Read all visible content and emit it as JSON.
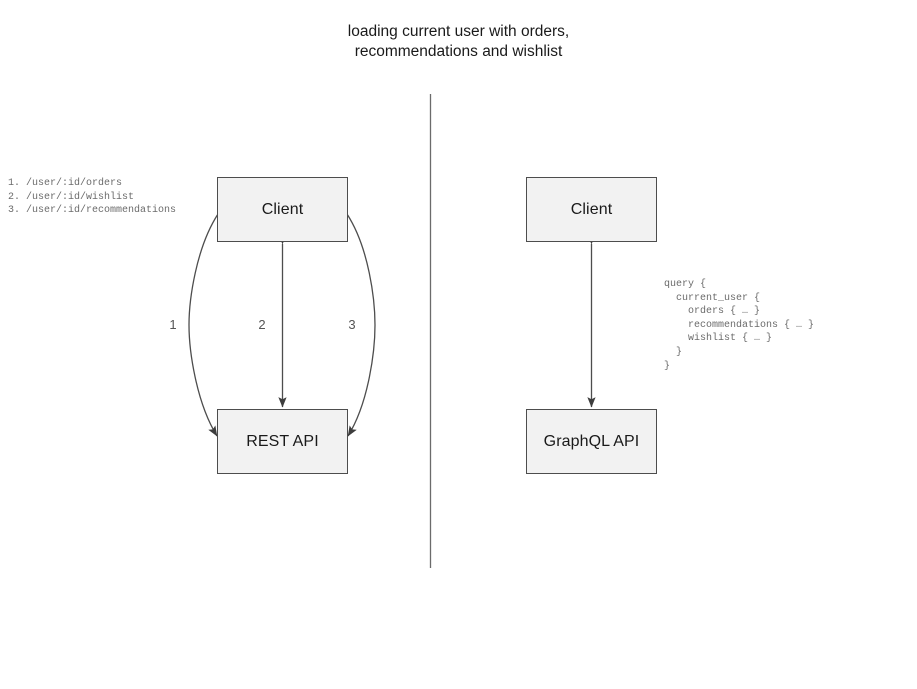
{
  "diagram": {
    "title": "loading current user with orders,\nrecommendations and wishlist",
    "divider": {
      "name": "vertical-divider",
      "color": "#6b6b6b"
    },
    "colors": {
      "node_fill": "#f2f2f2",
      "node_border": "#4d4d4d",
      "edge": "#4d4d4d",
      "code_text": "#6b6b6b",
      "title_text": "#1a1a1a"
    },
    "left_panel": {
      "name": "rest-comparison-panel",
      "nodes": [
        {
          "id": "client-rest",
          "label": "Client"
        },
        {
          "id": "rest-api",
          "label": "REST API"
        }
      ],
      "edge_numbers": [
        "1",
        "2",
        "3"
      ],
      "endpoints_text": "1. /user/:id/orders\n2. /user/:id/wishlist\n3. /user/:id/recommendations",
      "endpoints": [
        {
          "index": "1.",
          "path": "/user/:id/orders"
        },
        {
          "index": "2.",
          "path": "/user/:id/wishlist"
        },
        {
          "index": "3.",
          "path": "/user/:id/recommendations"
        }
      ]
    },
    "right_panel": {
      "name": "graphql-comparison-panel",
      "nodes": [
        {
          "id": "client-graphql",
          "label": "Client"
        },
        {
          "id": "graphql-api",
          "label": "GraphQL API"
        }
      ],
      "query_text": "query {\n  current_user {\n    orders { … }\n    recommendations { … }\n    wishlist { … }\n  }\n}"
    }
  }
}
